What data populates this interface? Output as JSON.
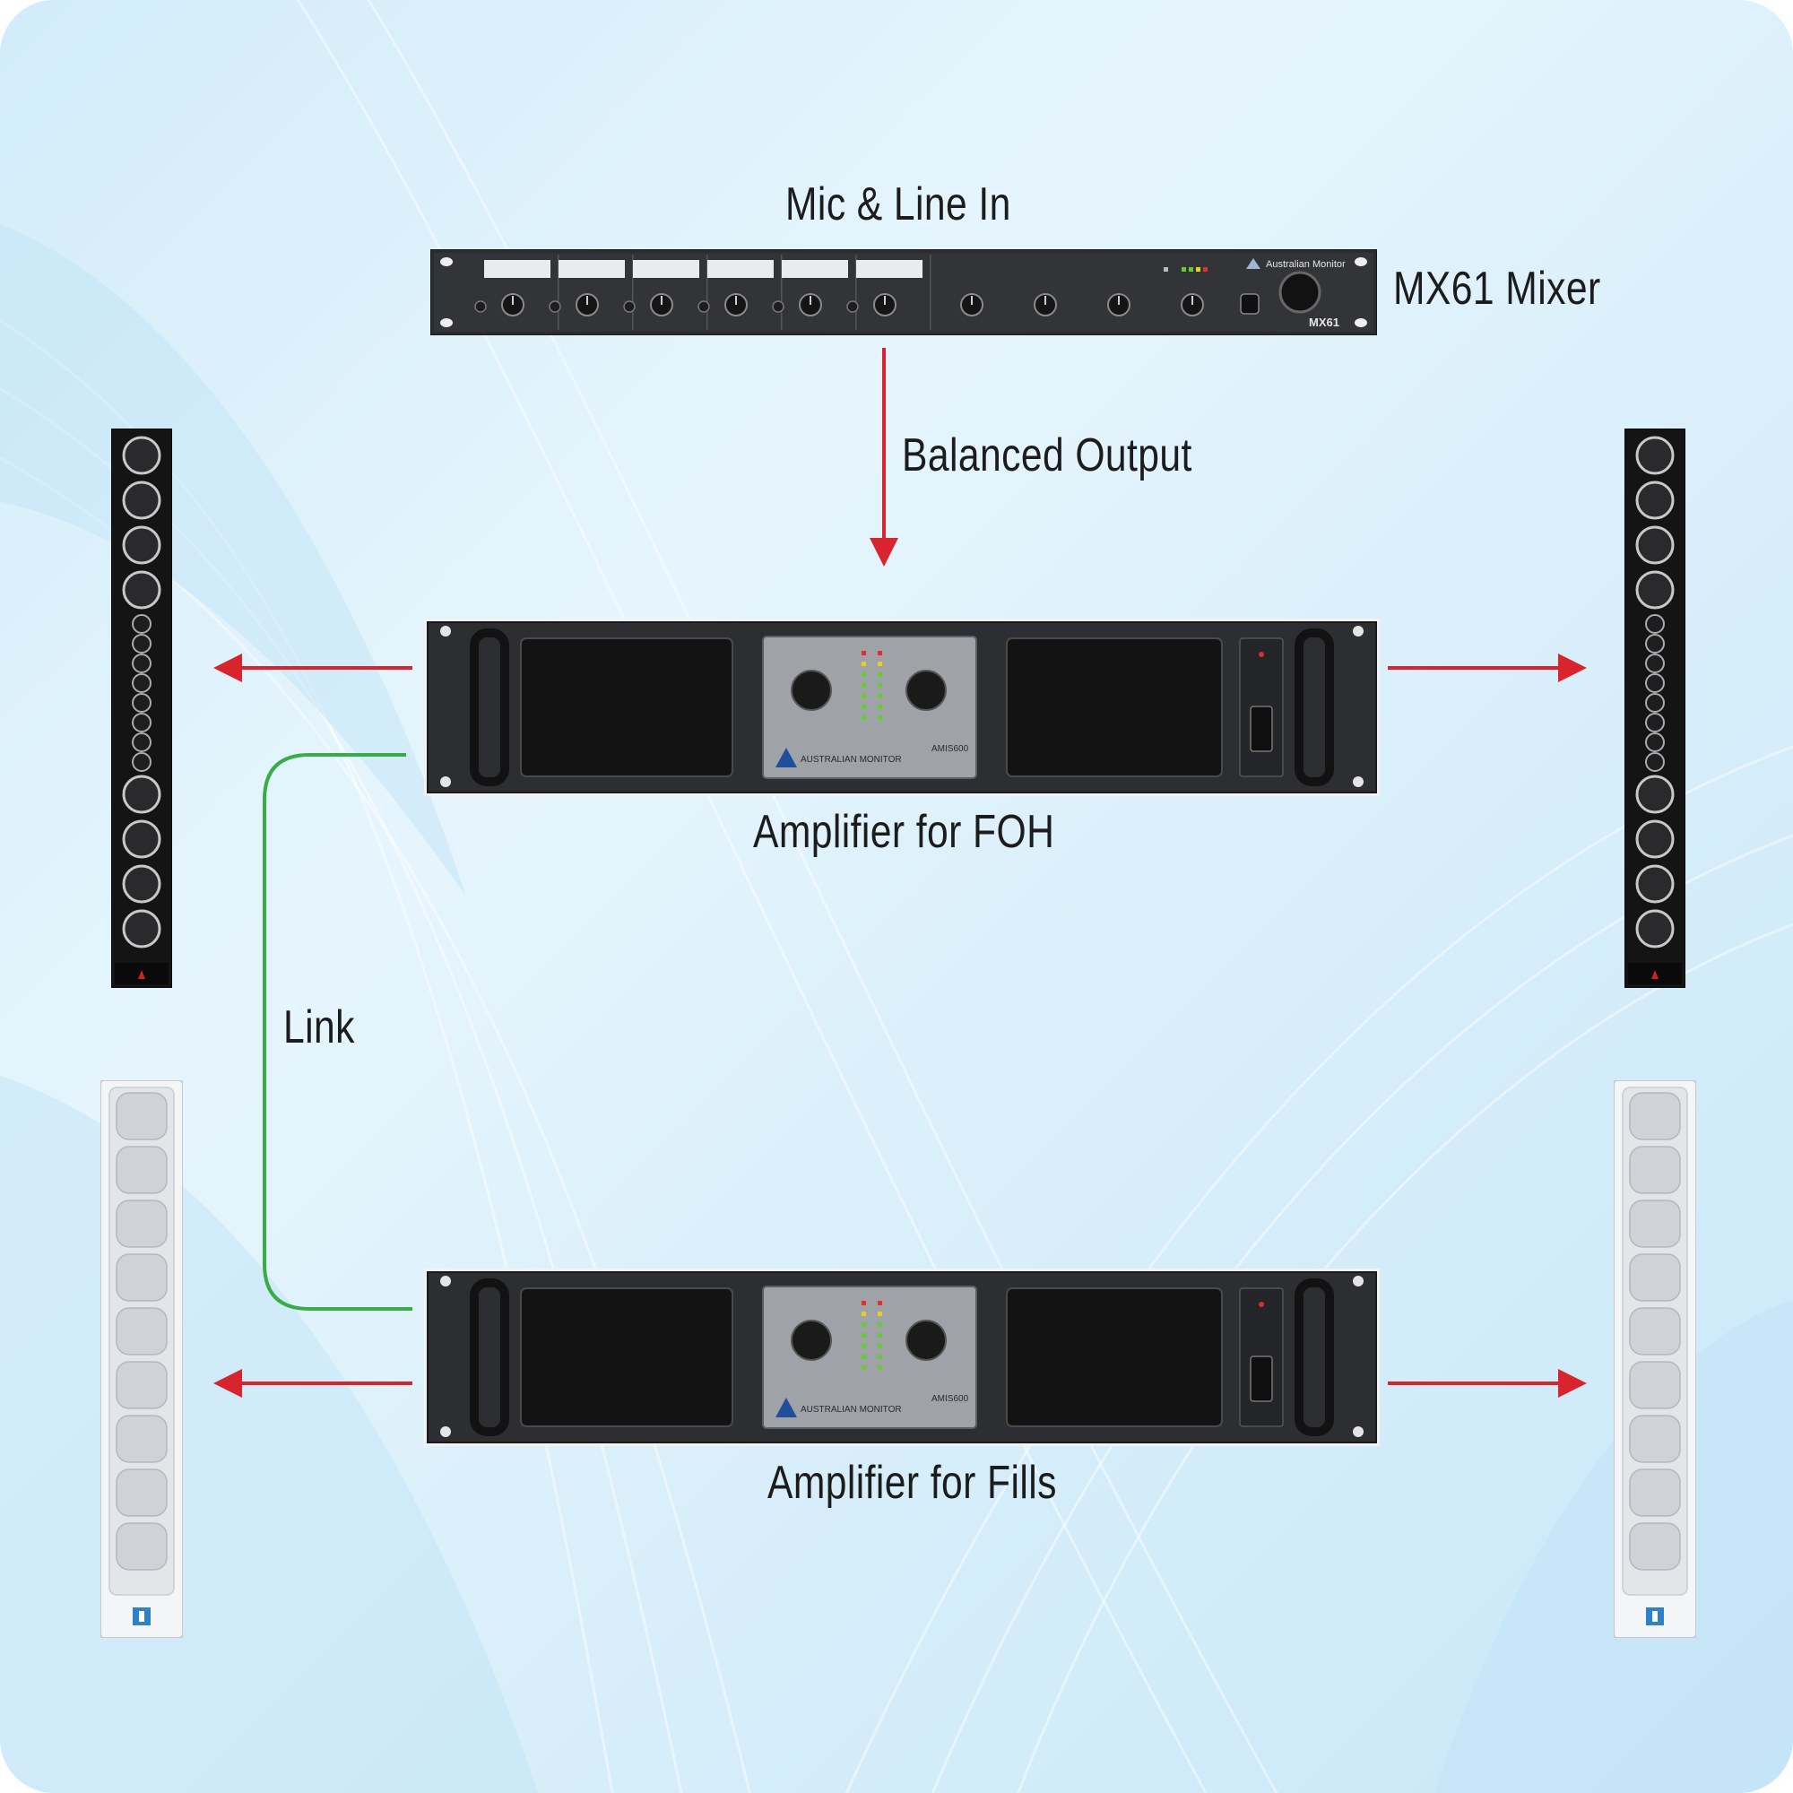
{
  "labels": {
    "mic_line_in": "Mic & Line In",
    "mixer": "MX61 Mixer",
    "balanced_output": "Balanced Output",
    "amp_foh": "Amplifier for FOH",
    "amp_fills": "Amplifier for Fills",
    "link": "Link"
  },
  "mixer_panel": {
    "brand": "Australian Monitor",
    "model": "MX61"
  },
  "amplifier_panel": {
    "brand": "AUSTRALIAN MONITOR",
    "model": "AMIS600"
  },
  "colors": {
    "signal_arrow": "#d8242c",
    "link_line": "#3aab47",
    "label_text": "#1c1c1c",
    "background": "#dff2fc"
  },
  "icons": {
    "mixer": "rack-mixer-icon",
    "amplifier": "rack-amplifier-icon",
    "black_column_speaker": "column-speaker-black-icon",
    "white_column_speaker": "column-speaker-white-icon"
  }
}
